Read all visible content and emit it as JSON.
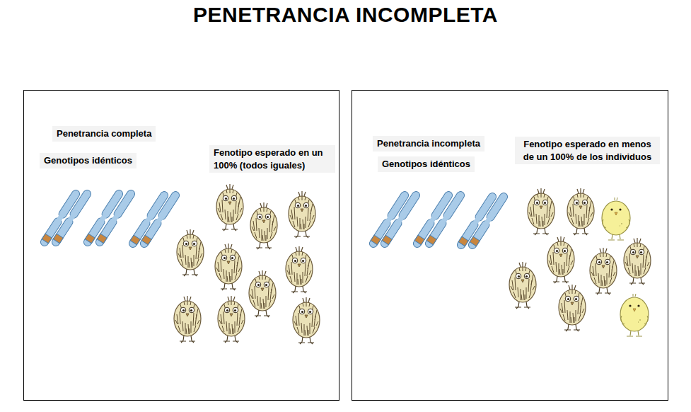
{
  "diagram": {
    "title": "PENETRANCIA  INCOMPLETA",
    "nodes": [
      {
        "text": [
          "Penetrancia completa",
          "Genotipos idénticos",
          "Fenotipo esperado en un 100% (todos iguales)"
        ]
      },
      {
        "text": [
          "Penetrancia incompleta",
          "Genotipos idénticos",
          "Fenotipo esperado en menos de un 100% de los individuos"
        ]
      }
    ]
  }
}
